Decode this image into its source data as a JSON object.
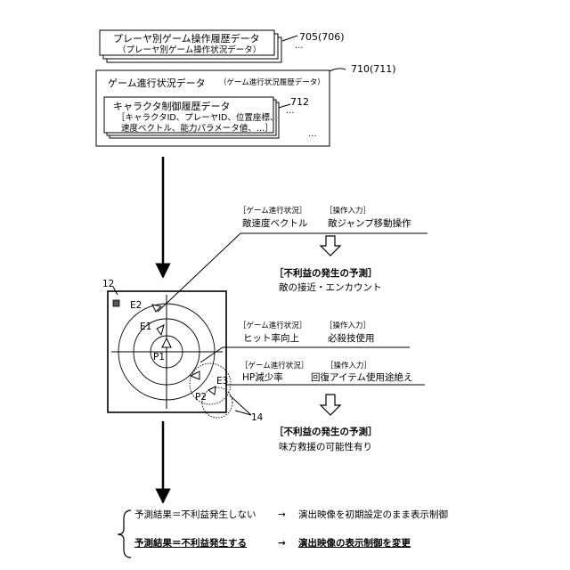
{
  "blocks": {
    "history": {
      "title": "プレーヤ別ゲーム操作履歴データ",
      "subtitle": "（プレーヤ別ゲーム操作状況データ）",
      "ref": "705(706)",
      "ellipsis": "…"
    },
    "progress": {
      "title": "ゲーム進行状況データ",
      "subtitle": "（ゲーム進行状況履歴データ）",
      "ref": "710(711)",
      "ellipsis": "…"
    },
    "control": {
      "title": "キャラクタ制御履歴データ",
      "line1": "［キャラクタID、プレーヤID、位置座標、",
      "line2": "速度ベクトル、能力パラメータ値、…］",
      "ref": "712",
      "ellipsis": "…"
    }
  },
  "map": {
    "ref_screen": "12",
    "ref_range": "14",
    "labels": {
      "e1": "E1",
      "e2": "E2",
      "e3": "E3",
      "p1": "P1",
      "p2": "P2"
    }
  },
  "annotations": {
    "a1": {
      "status_header": "［ゲーム進行状況］",
      "status_value": "敵速度ベクトル",
      "input_header": "［操作入力］",
      "input_value": "敵ジャンプ移動操作"
    },
    "pred1": {
      "header": "［不利益の発生の予測］",
      "value": "敵の接近・エンカウント"
    },
    "a2": {
      "status_header": "［ゲーム進行状況］",
      "status_value": "ヒット率向上",
      "input_header": "［操作入力］",
      "input_value": "必殺技使用"
    },
    "a3": {
      "status_header": "［ゲーム進行状況］",
      "status_value": "HP減少率",
      "input_header": "［操作入力］",
      "input_value": "回復アイテム使用途絶え"
    },
    "pred2": {
      "header": "［不利益の発生の予測］",
      "value": "味方救援の可能性有り"
    }
  },
  "results": {
    "r1_left": "予測結果＝不利益発生しない",
    "r1_arrow": "→",
    "r1_right": "演出映像を初期設定のまま表示制御",
    "r2_left": "予測結果＝不利益発生する",
    "r2_arrow": "→",
    "r2_right": "演出映像の表示制御を変更"
  }
}
